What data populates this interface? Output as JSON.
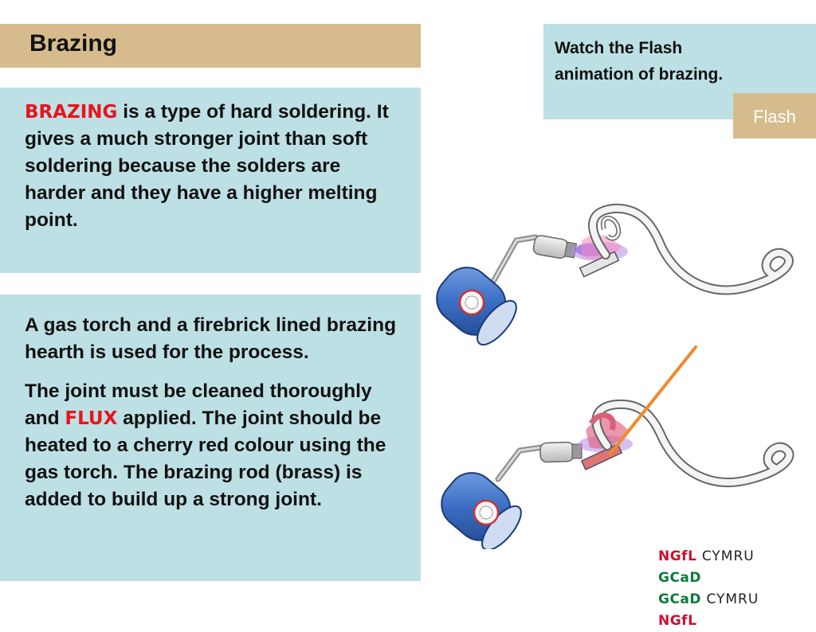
{
  "slide": {
    "title": "Brazing",
    "intro": {
      "keyword": "BRAZING",
      "text": " is a type of hard soldering. It gives a much stronger joint than soft soldering because the solders are harder and they have a higher melting point."
    },
    "process": {
      "paragraph1": "A gas torch and a firebrick lined brazing hearth is used for the process.",
      "paragraph2_before": "The joint must be cleaned thoroughly and ",
      "paragraph2_keyword": "FLUX",
      "paragraph2_after": " applied. The joint should be heated to a cherry red colour using the gas torch. The brazing rod (brass) is added to build up a strong joint."
    },
    "watch": {
      "line1": "Watch the Flash",
      "line2": "animation of brazing."
    },
    "flash_button": "Flash",
    "logo": {
      "line1": [
        "NGfL",
        "CYMRU",
        "GCaD"
      ],
      "line2": [
        "GCaD",
        "CYMRU",
        "NGfL"
      ]
    },
    "colors": {
      "keyword": "#e8141c",
      "panel": "#bde0e4",
      "title_bar": "#d6bc8c",
      "torch_body": "#3b6fc4",
      "brazing_rod": "#f08a2a"
    }
  }
}
